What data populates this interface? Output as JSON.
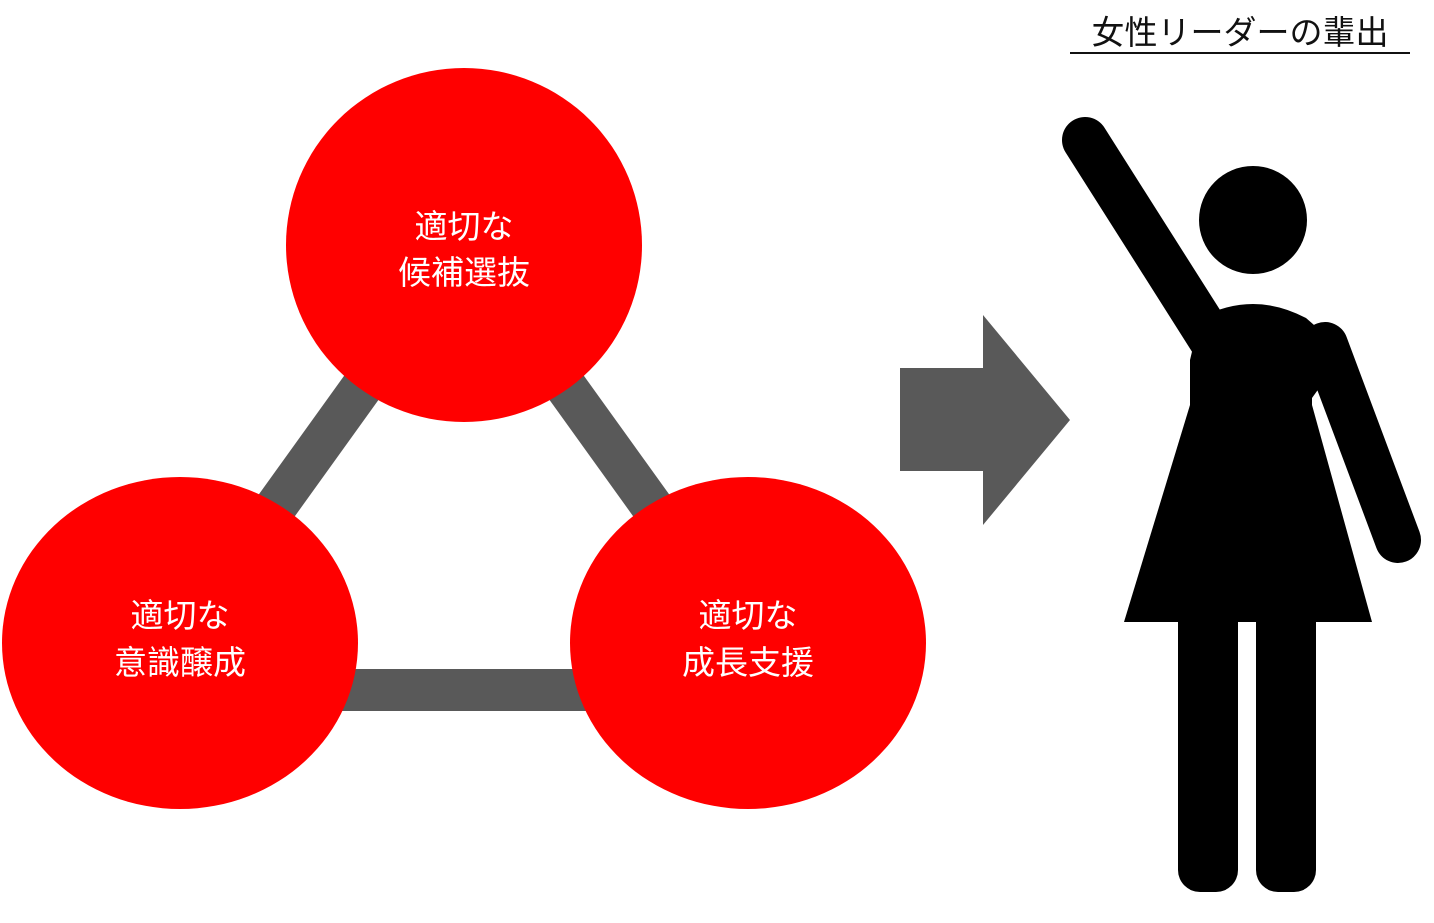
{
  "diagram": {
    "circles": [
      {
        "id": "top",
        "line1": "適切な",
        "line2": "候補選抜"
      },
      {
        "id": "left",
        "line1": "適切な",
        "line2": "意識醸成"
      },
      {
        "id": "right",
        "line1": "適切な",
        "line2": "成長支援"
      }
    ],
    "result": {
      "title": "女性リーダーの輩出",
      "icon": "woman-raising-hand-icon"
    },
    "colors": {
      "circle_fill": "#ff0000",
      "connector": "#595959",
      "arrow": "#595959",
      "figure": "#000000",
      "label_text": "#ffffff",
      "title_text": "#111111"
    }
  }
}
